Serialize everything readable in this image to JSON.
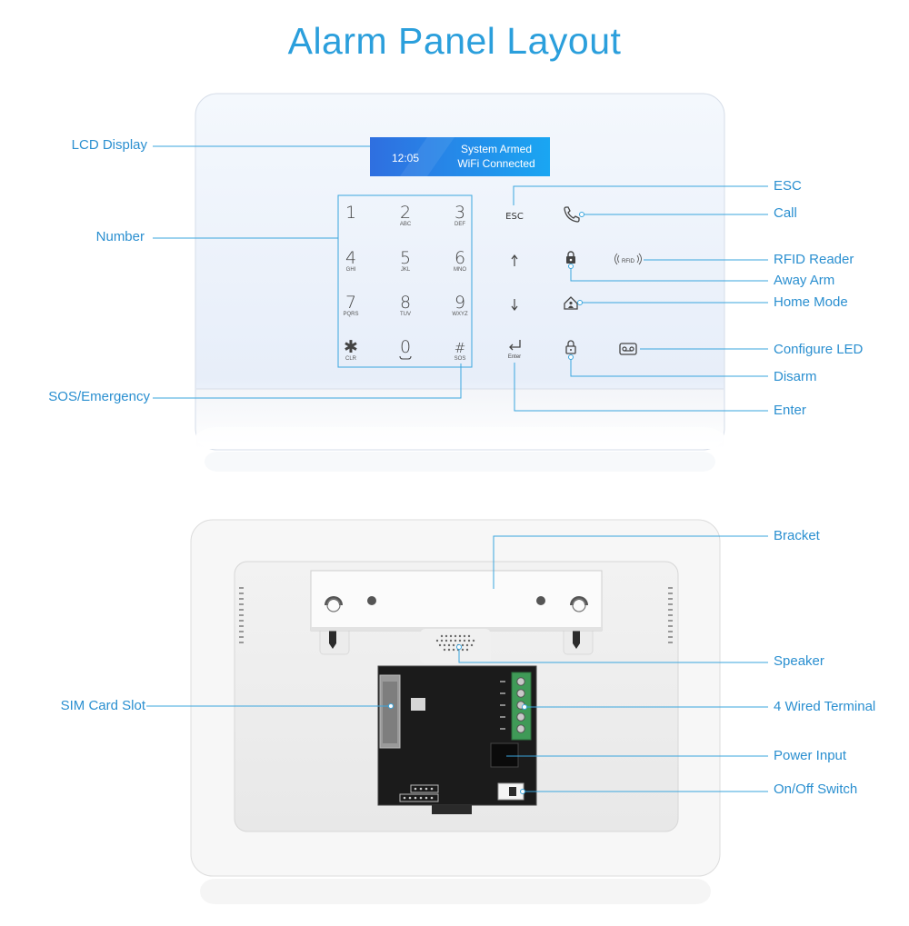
{
  "title": "Alarm Panel Layout",
  "lcd": {
    "time": "12:05",
    "line1": "System Armed",
    "line2": "WiFi Connected"
  },
  "keys": [
    {
      "digit": "1",
      "sub": ""
    },
    {
      "digit": "2",
      "sub": "ABC"
    },
    {
      "digit": "3",
      "sub": "DEF"
    },
    {
      "digit": "4",
      "sub": "GHI"
    },
    {
      "digit": "5",
      "sub": "JKL"
    },
    {
      "digit": "6",
      "sub": "MNO"
    },
    {
      "digit": "7",
      "sub": "PQRS"
    },
    {
      "digit": "8",
      "sub": "TUV"
    },
    {
      "digit": "9",
      "sub": "WXYZ"
    },
    {
      "digit": "✱",
      "sub": "CLR"
    },
    {
      "digit": "0",
      "sub": ""
    },
    {
      "digit": "#",
      "sub": "SOS"
    }
  ],
  "function_keys": {
    "esc": "ESC",
    "enter": "Enter",
    "rfid": "RFID"
  },
  "labels": {
    "lcd_display": "LCD Display",
    "number": "Number",
    "sos": "SOS/Emergency",
    "esc": "ESC",
    "call": "Call",
    "rfid_reader": "RFID Reader",
    "away_arm": "Away Arm",
    "home_mode": "Home Mode",
    "configure_led": "Configure LED",
    "disarm": "Disarm",
    "enter": "Enter",
    "bracket": "Bracket",
    "speaker": "Speaker",
    "sim_card_slot": "SIM Card Slot",
    "wired_terminal": "4 Wired Terminal",
    "power_input": "Power Input",
    "onoff_switch": "On/Off Switch"
  },
  "colors": {
    "accent": "#2b9fdc",
    "line": "#3aa6de",
    "lcd": "#1e88e5"
  }
}
